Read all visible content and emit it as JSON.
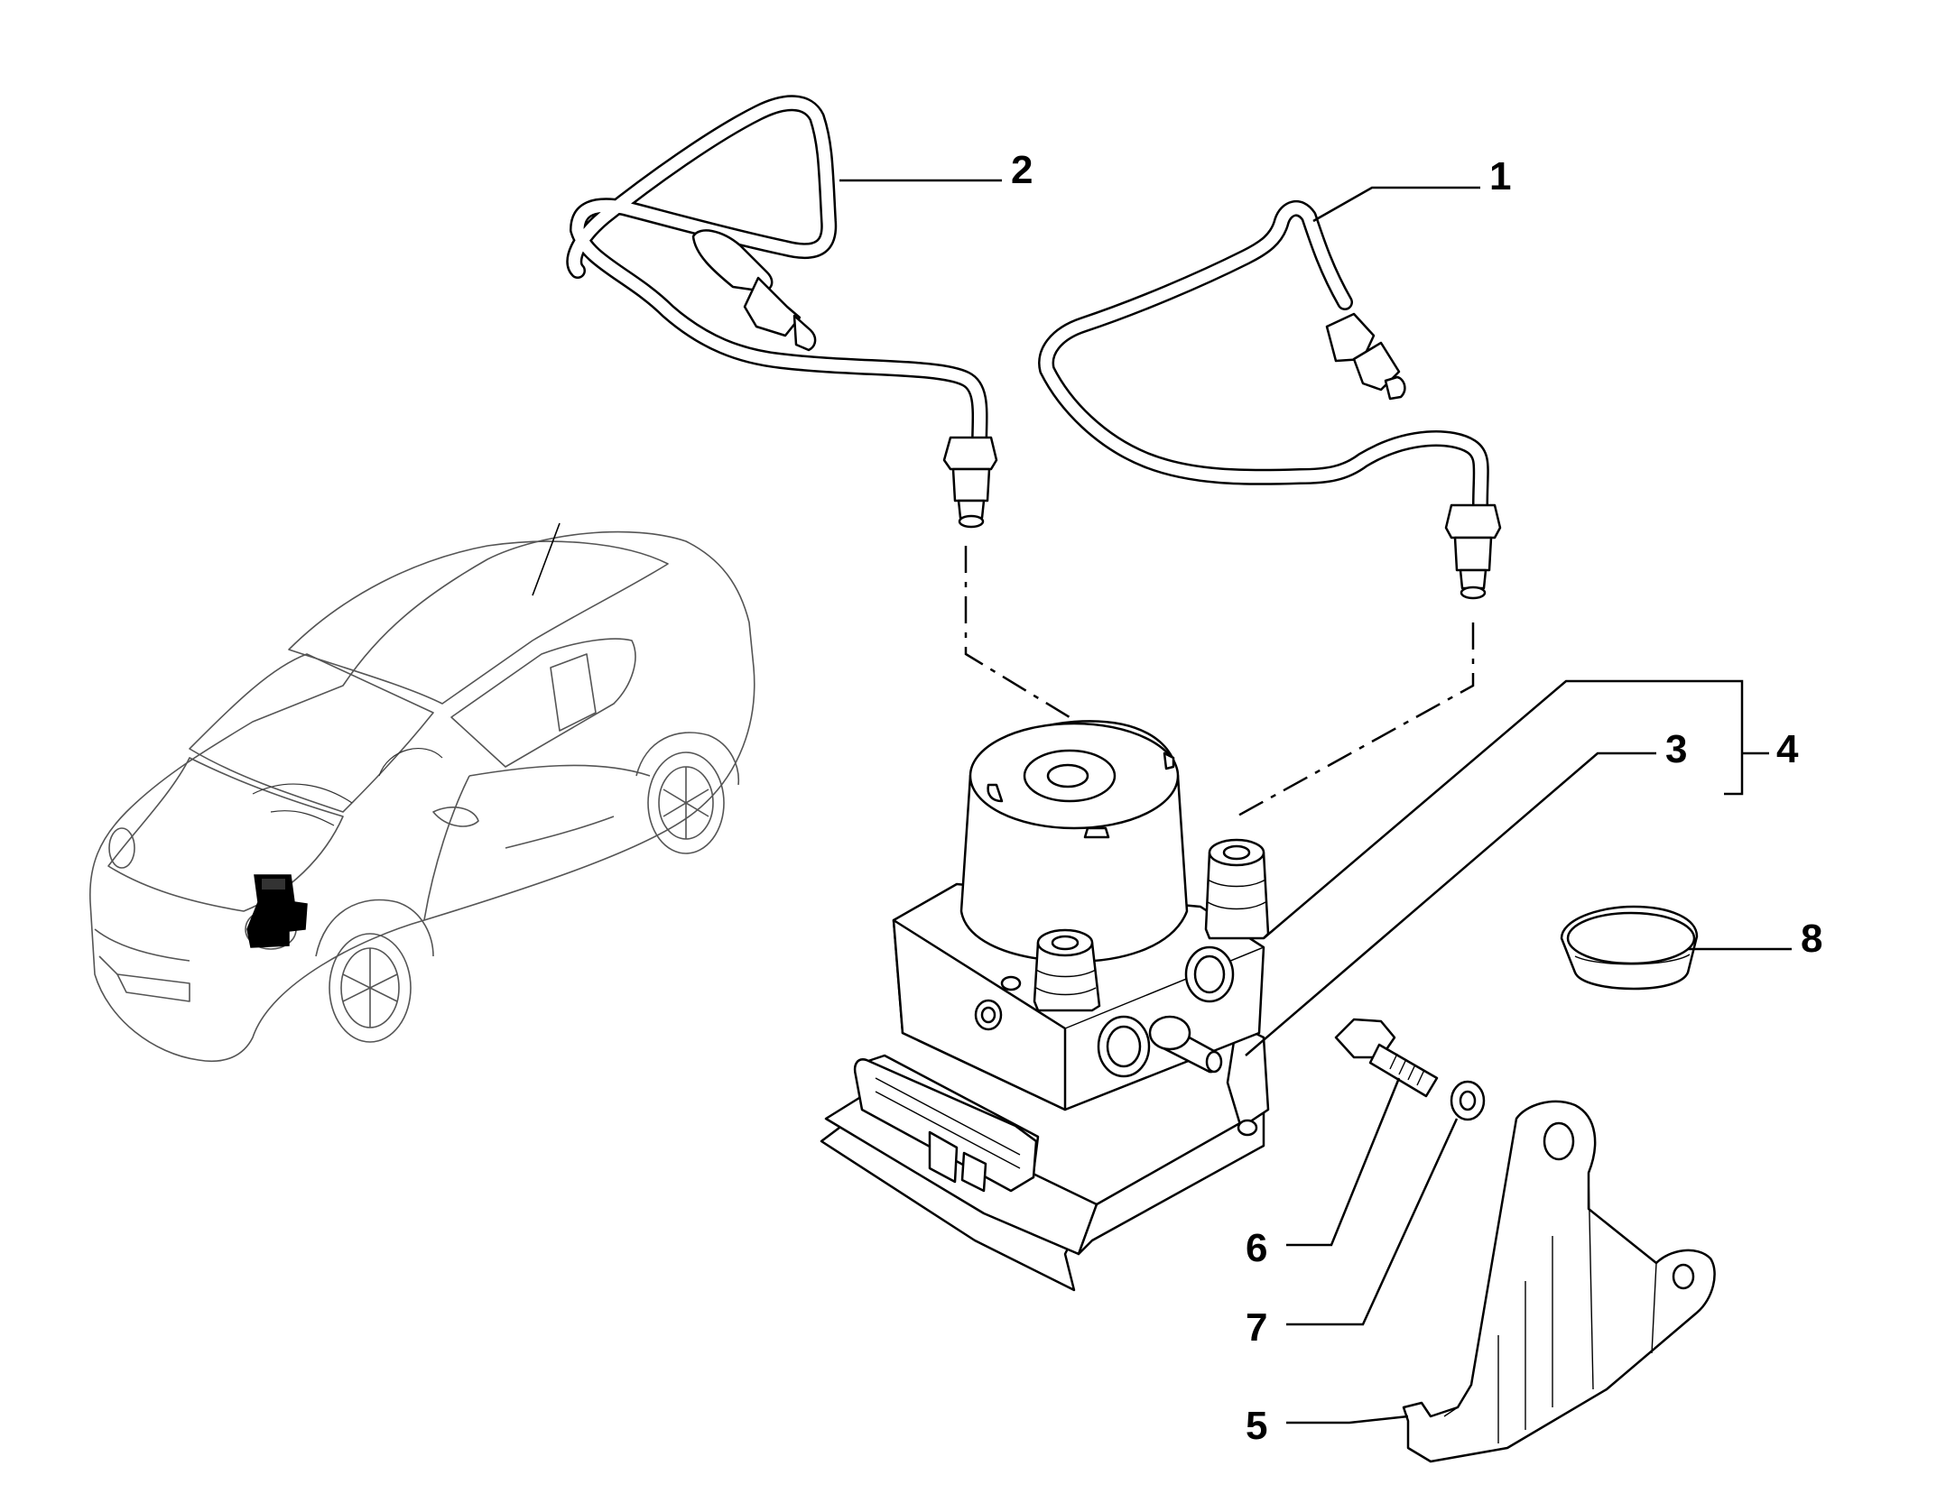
{
  "callouts": [
    {
      "id": "1",
      "label": "1"
    },
    {
      "id": "2",
      "label": "2"
    },
    {
      "id": "3",
      "label": "3"
    },
    {
      "id": "4",
      "label": "4"
    },
    {
      "id": "5",
      "label": "5"
    },
    {
      "id": "6",
      "label": "6"
    },
    {
      "id": "7",
      "label": "7"
    },
    {
      "id": "8",
      "label": "8"
    }
  ],
  "colors": {
    "line": "#000000",
    "background": "#ffffff",
    "highlight": "#000000"
  }
}
